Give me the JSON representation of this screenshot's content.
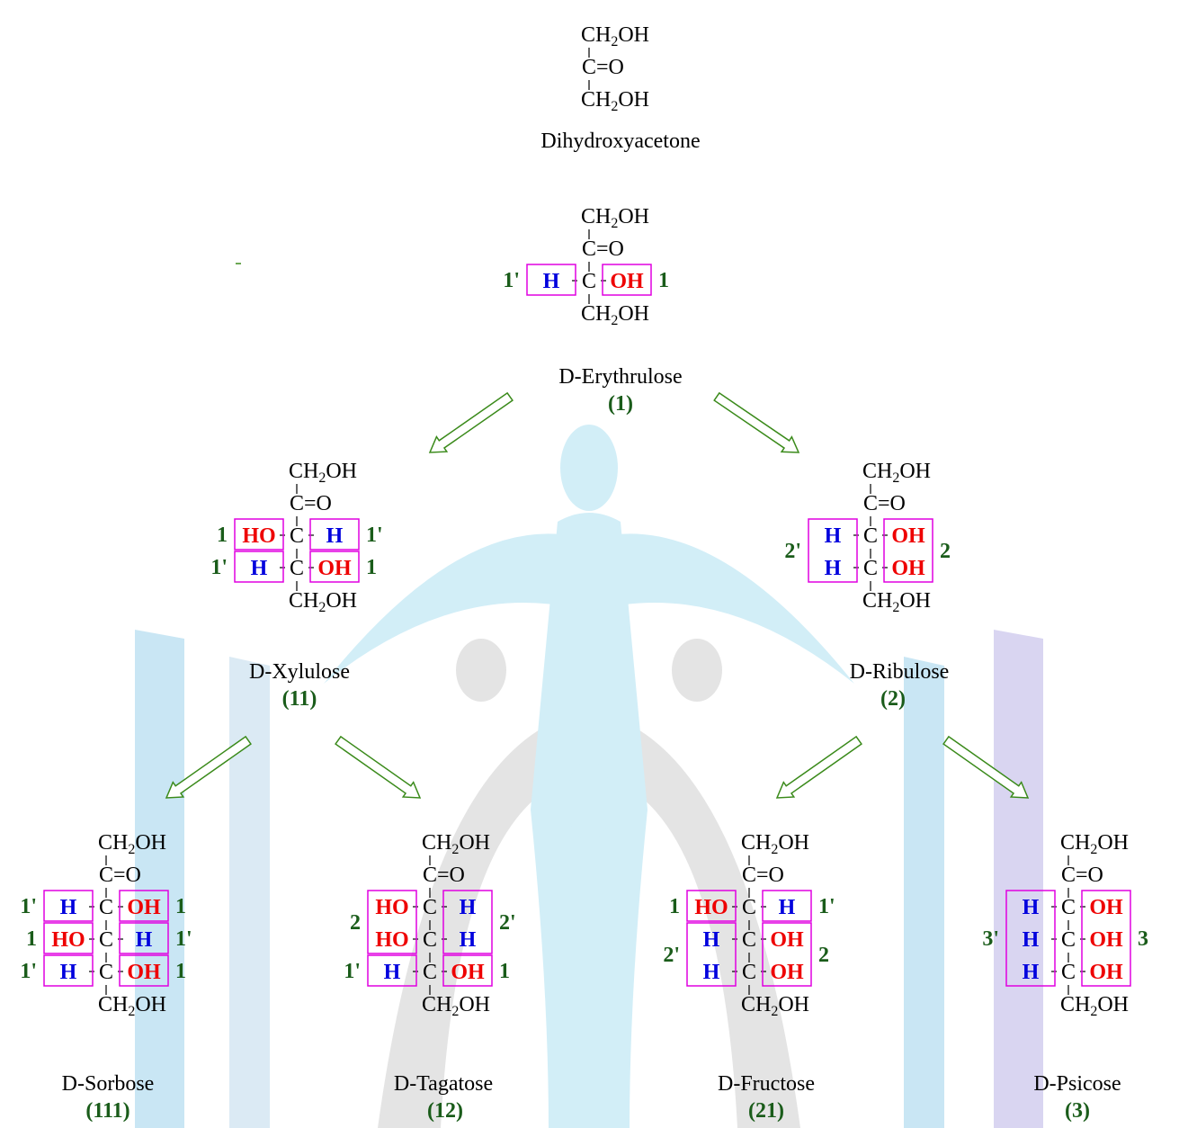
{
  "colors": {
    "h": "#0000dd",
    "oh": "#ee0000",
    "box": "#e000e0",
    "number": "#1a5c1a",
    "arrow": "#3a8a1a",
    "watermark": "#5fc3e6"
  },
  "formula": {
    "ch2oh_ch": "CH",
    "ch2oh_sub": "2",
    "ch2oh_oh": "OH",
    "carbon": "C",
    "carbonyl": "C=O",
    "h": "H",
    "oh": "OH",
    "ho": "HO"
  },
  "molecules": {
    "dha": {
      "name": "Dihydroxyacetone",
      "code": ""
    },
    "erythrulose": {
      "name": "D-Erythrulose",
      "code": "(1)",
      "rows": [
        {
          "left": "H",
          "right": "OH"
        }
      ],
      "left_labels": [
        "1'"
      ],
      "right_labels": [
        "1"
      ]
    },
    "xylulose": {
      "name": "D-Xylulose",
      "code": "(11)",
      "rows": [
        {
          "left": "HO",
          "right": "H"
        },
        {
          "left": "H",
          "right": "OH"
        }
      ],
      "left_labels": [
        "1",
        "1'"
      ],
      "right_labels": [
        "1'",
        "1"
      ]
    },
    "ribulose": {
      "name": "D-Ribulose",
      "code": "(2)",
      "rows": [
        {
          "left": "H",
          "right": "OH"
        },
        {
          "left": "H",
          "right": "OH"
        }
      ],
      "left_labels": [
        "2'"
      ],
      "right_labels": [
        "2"
      ]
    },
    "sorbose": {
      "name": "D-Sorbose",
      "code": "(111)",
      "rows": [
        {
          "left": "H",
          "right": "OH"
        },
        {
          "left": "HO",
          "right": "H"
        },
        {
          "left": "H",
          "right": "OH"
        }
      ],
      "left_labels": [
        "1'",
        "1",
        "1'"
      ],
      "right_labels": [
        "1",
        "1'",
        "1"
      ]
    },
    "tagatose": {
      "name": "D-Tagatose",
      "code": "(12)",
      "rows": [
        {
          "left": "HO",
          "right": "H"
        },
        {
          "left": "HO",
          "right": "H"
        },
        {
          "left": "H",
          "right": "OH"
        }
      ],
      "left_labels": [
        "2",
        "1'"
      ],
      "right_labels": [
        "2'",
        "1"
      ]
    },
    "fructose": {
      "name": "D-Fructose",
      "code": "(21)",
      "rows": [
        {
          "left": "HO",
          "right": "H"
        },
        {
          "left": "H",
          "right": "OH"
        },
        {
          "left": "H",
          "right": "OH"
        }
      ],
      "left_labels": [
        "1",
        "2'"
      ],
      "right_labels": [
        "1'",
        "2"
      ]
    },
    "psicose": {
      "name": "D-Psicose",
      "code": "(3)",
      "rows": [
        {
          "left": "H",
          "right": "OH"
        },
        {
          "left": "H",
          "right": "OH"
        },
        {
          "left": "H",
          "right": "OH"
        }
      ],
      "left_labels": [
        "3'"
      ],
      "right_labels": [
        "3"
      ]
    }
  }
}
